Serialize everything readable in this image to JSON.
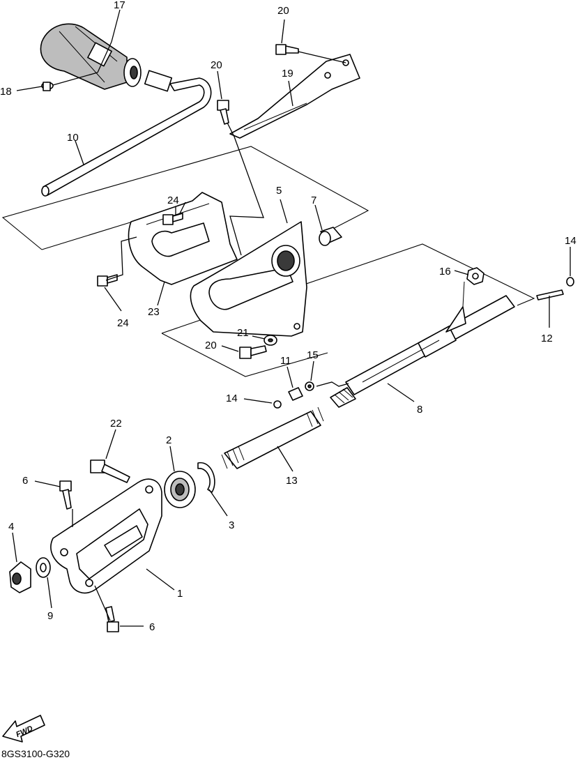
{
  "diagram_code": "8GS3100-G320",
  "fwd_label": "FWD",
  "callouts": [
    "1",
    "2",
    "3",
    "4",
    "5",
    "6",
    "6",
    "7",
    "8",
    "9",
    "10",
    "11",
    "12",
    "13",
    "14",
    "14",
    "15",
    "16",
    "17",
    "18",
    "19",
    "20",
    "20",
    "20",
    "21",
    "22",
    "23",
    "24",
    "24"
  ]
}
